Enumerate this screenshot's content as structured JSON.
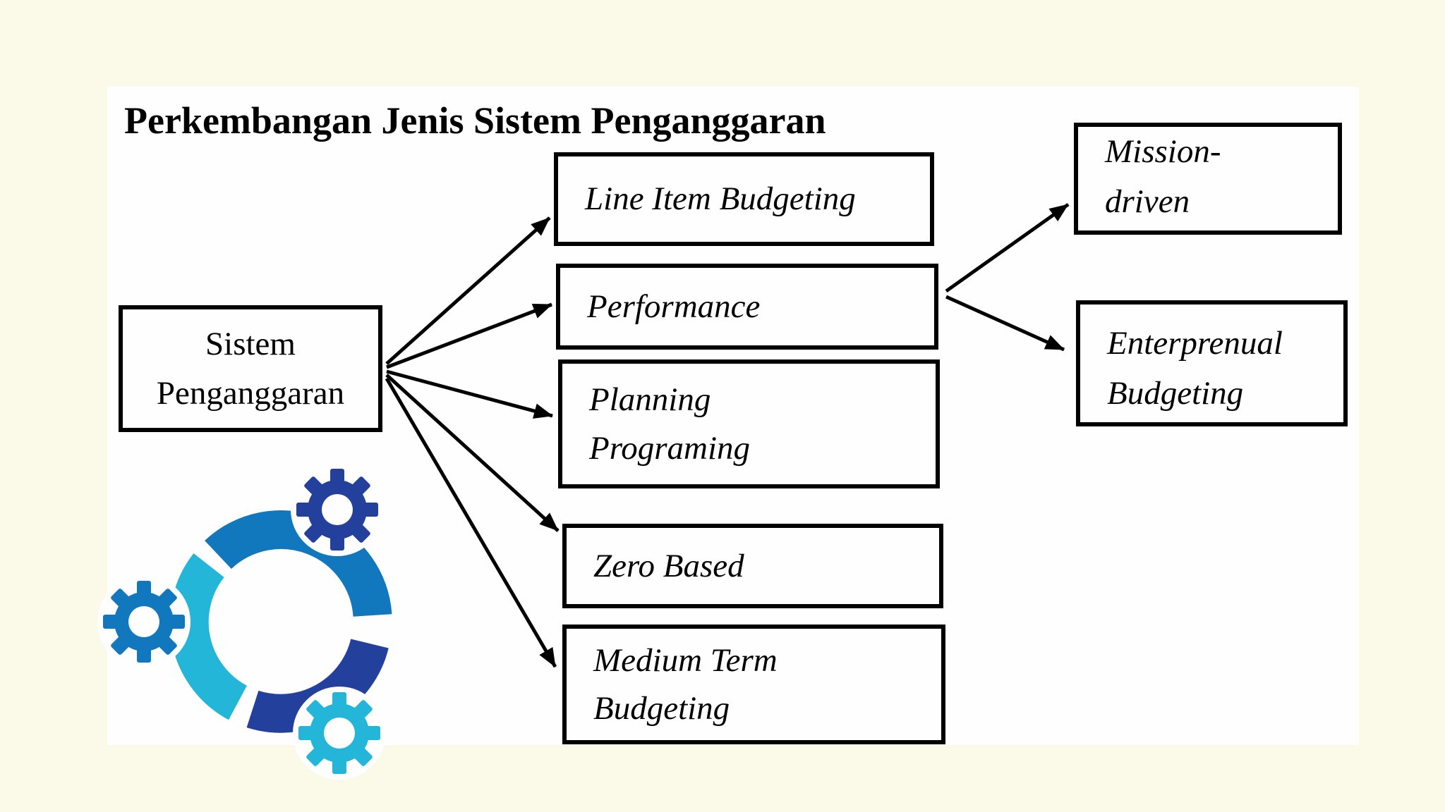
{
  "title": "Perkembangan Jenis Sistem Penganggaran",
  "diagram": {
    "root": {
      "id": "sistem-penganggaran",
      "label": "Sistem\nPenganggaran"
    },
    "branches": [
      {
        "id": "line-item-budgeting",
        "label": "Line Item Budgeting"
      },
      {
        "id": "performance",
        "label": "Performance"
      },
      {
        "id": "planning-programing",
        "label": "Planning\nPrograming"
      },
      {
        "id": "zero-based",
        "label": "Zero Based"
      },
      {
        "id": "medium-term-budgeting",
        "label": "Medium Term\nBudgeting"
      }
    ],
    "performance_children": [
      {
        "id": "mission-driven",
        "label": "Mission-\ndriven"
      },
      {
        "id": "enterprenual-budgeting",
        "label": "Enterprenual\nBudgeting"
      }
    ],
    "edges": [
      {
        "from": "sistem-penganggaran",
        "to": "line-item-budgeting"
      },
      {
        "from": "sistem-penganggaran",
        "to": "performance"
      },
      {
        "from": "sistem-penganggaran",
        "to": "planning-programing"
      },
      {
        "from": "sistem-penganggaran",
        "to": "zero-based"
      },
      {
        "from": "sistem-penganggaran",
        "to": "medium-term-budgeting"
      },
      {
        "from": "performance",
        "to": "mission-driven"
      },
      {
        "from": "performance",
        "to": "enterprenual-budgeting"
      }
    ]
  },
  "logo": {
    "name": "gears-cycle-logo",
    "colors": {
      "cyan": "#24b6d9",
      "blue": "#1178be",
      "navy": "#24409d"
    }
  },
  "colors": {
    "background": "#fbf9e7",
    "panel": "#fefefe",
    "box_border": "#000000",
    "text": "#000000"
  }
}
